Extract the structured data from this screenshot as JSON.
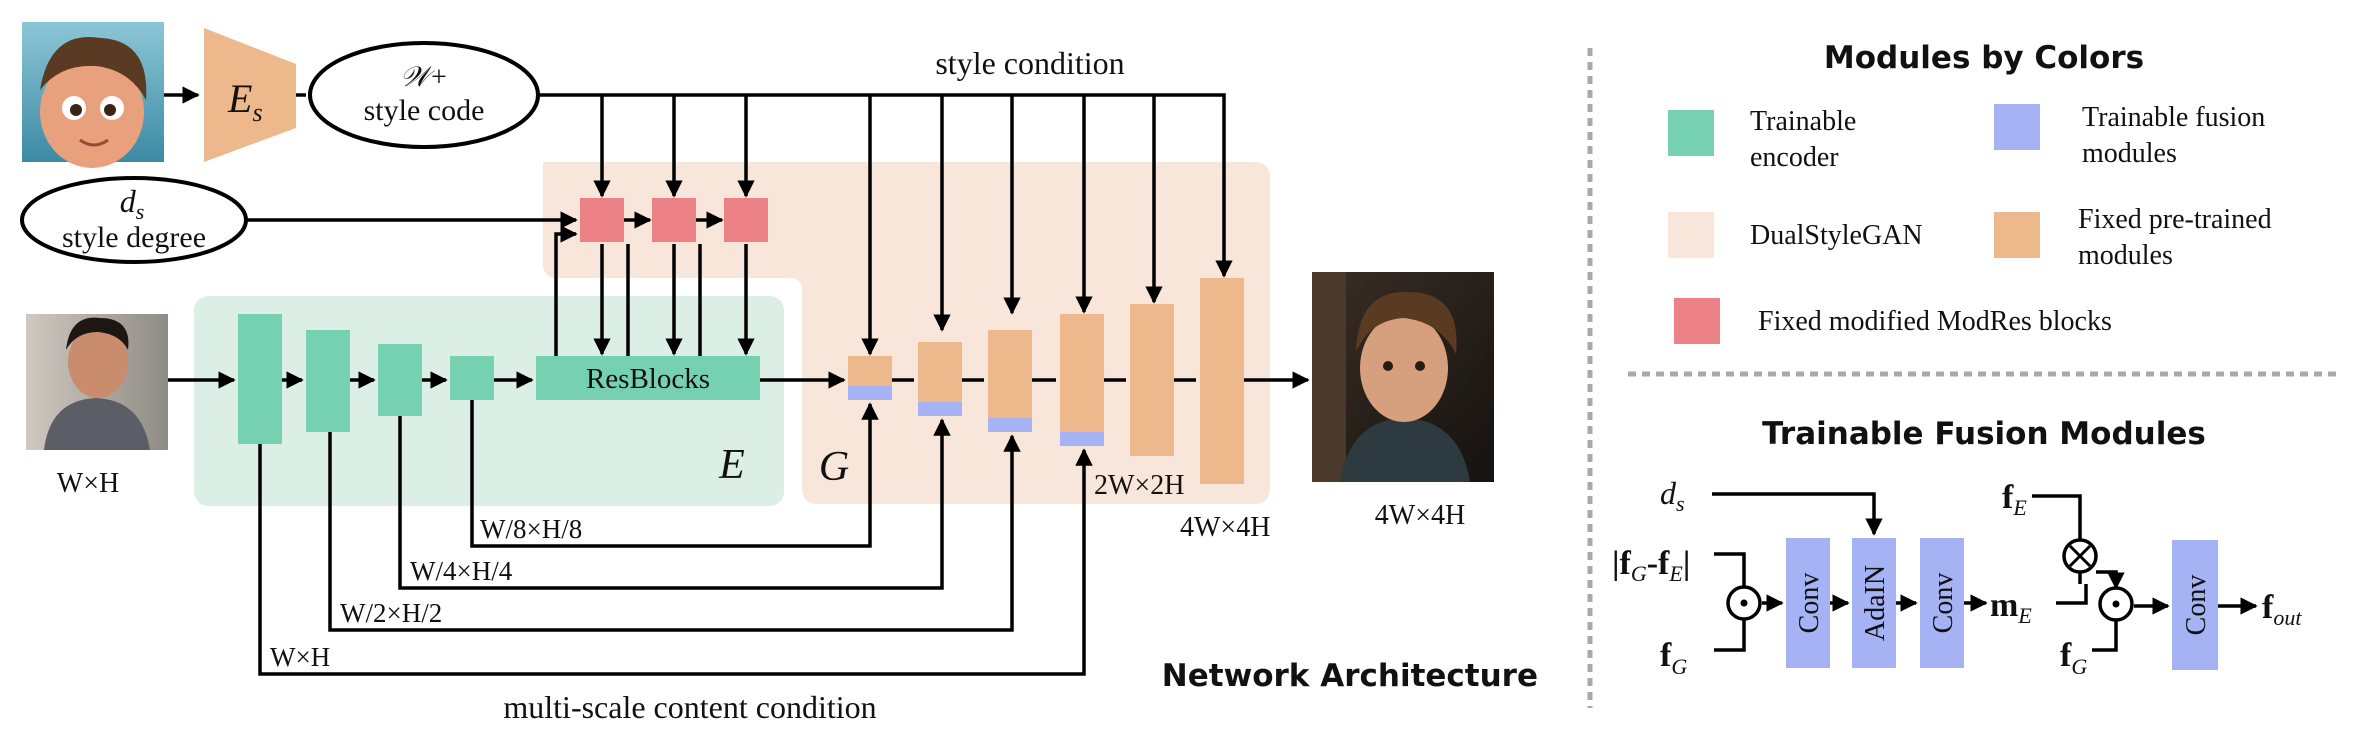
{
  "colors": {
    "trainable_encoder": "#76d1b3",
    "trainable_encoder_bg": "#dcefe7",
    "trainable_fusion": "#a5b2f4",
    "dualstylegan_bg": "#f8e6db",
    "fixed_pretrained": "#ecb88c",
    "fixed_modres": "#ec8285",
    "divider": "#a9a9a9"
  },
  "architecture": {
    "encoder_style_label": "E",
    "encoder_style_subscript": "s",
    "style_code_line1": "𝒲+",
    "style_code_line2": "style code",
    "style_degree_line1": "d",
    "style_degree_subscript": "s",
    "style_degree_line2": "style degree",
    "style_condition_label": "style condition",
    "resblocks_label": "ResBlocks",
    "encoder_label": "E",
    "generator_label": "G",
    "input_size_label": "W×H",
    "output_size_label": "4W×4H",
    "gen_size_2w": "2W×2H",
    "gen_size_4w": "4W×4H",
    "scale_labels": [
      "W/8×H/8",
      "W/4×H/4",
      "W/2×H/2",
      "W×H"
    ],
    "content_condition_label": "multi-scale content condition",
    "title": "Network Architecture"
  },
  "legend": {
    "title": "Modules by Colors",
    "items": [
      {
        "label_line1": "Trainable",
        "label_line2": "encoder",
        "icon": "trainable-encoder-swatch"
      },
      {
        "label_line1": "Trainable fusion",
        "label_line2": "modules",
        "icon": "trainable-fusion-swatch"
      },
      {
        "label_line1": "DualStyleGAN",
        "label_line2": "",
        "icon": "dualstylegan-swatch"
      },
      {
        "label_line1": "Fixed pre-trained",
        "label_line2": "modules",
        "icon": "fixed-pretrained-swatch"
      },
      {
        "label_line1": "Fixed modified ModRes blocks",
        "label_line2": "",
        "icon": "fixed-modres-swatch"
      }
    ]
  },
  "fusion": {
    "title": "Trainable Fusion Modules",
    "ds_label": "d",
    "ds_subscript": "s",
    "diff_label": "|f",
    "diff_sub1": "G",
    "diff_mid": "-f",
    "diff_sub2": "E",
    "diff_end": "|",
    "fg_label": "f",
    "fg_subscript": "G",
    "conv_label": "Conv",
    "adain_label": "AdaIN",
    "me_label": "m",
    "me_subscript": "E",
    "fe_label": "f",
    "fe_subscript": "E",
    "fg2_label": "f",
    "fg2_subscript": "G",
    "fout_label": "f",
    "fout_subscript": "out"
  }
}
